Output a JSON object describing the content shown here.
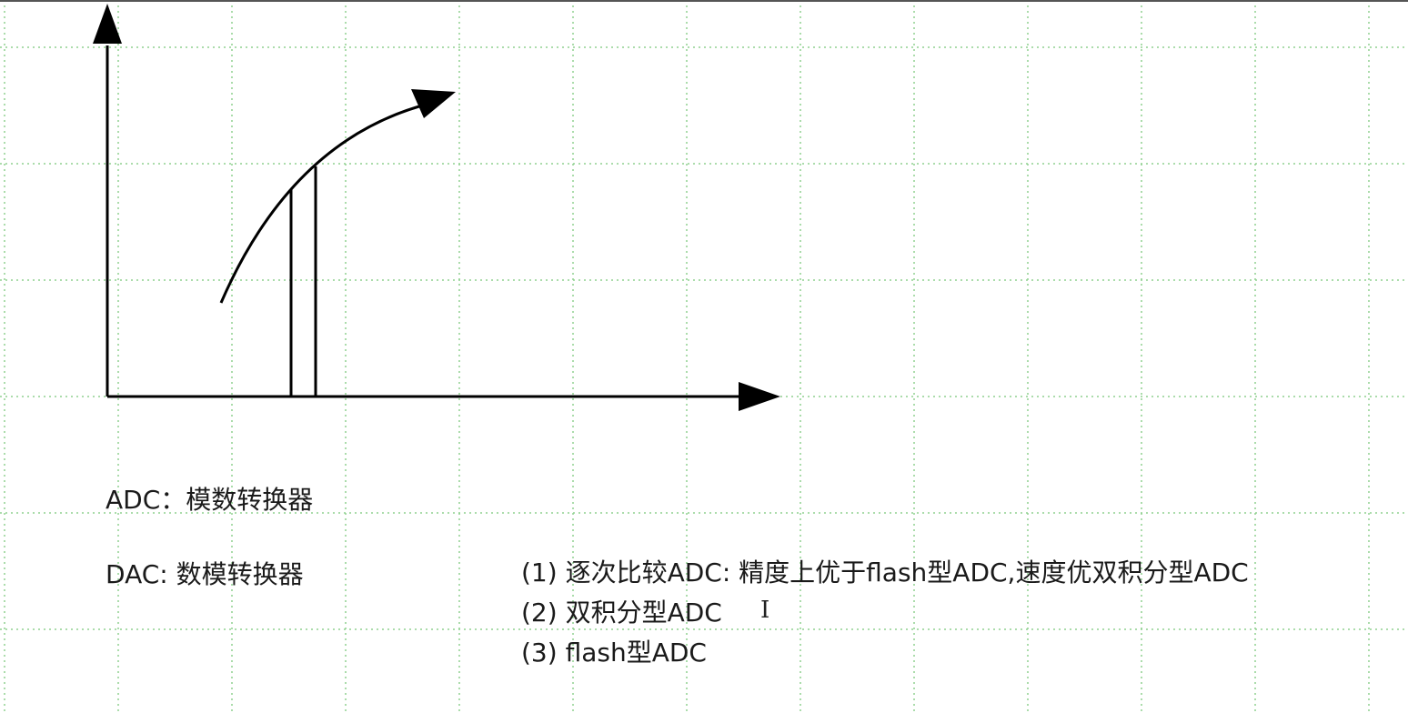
{
  "colors": {
    "grid": "#8fd08f",
    "ink": "#000000",
    "text": "#1a1a1a"
  },
  "notes": {
    "adc": "ADC：模数转换器",
    "dac": "DAC:   数模转换器"
  },
  "adc_types": [
    "(1) 逐次比较ADC: 精度上优于flash型ADC,速度优双积分型ADC",
    "(2) 双积分型ADC",
    "(3) flash型ADC"
  ],
  "cursor_glyph": "I"
}
